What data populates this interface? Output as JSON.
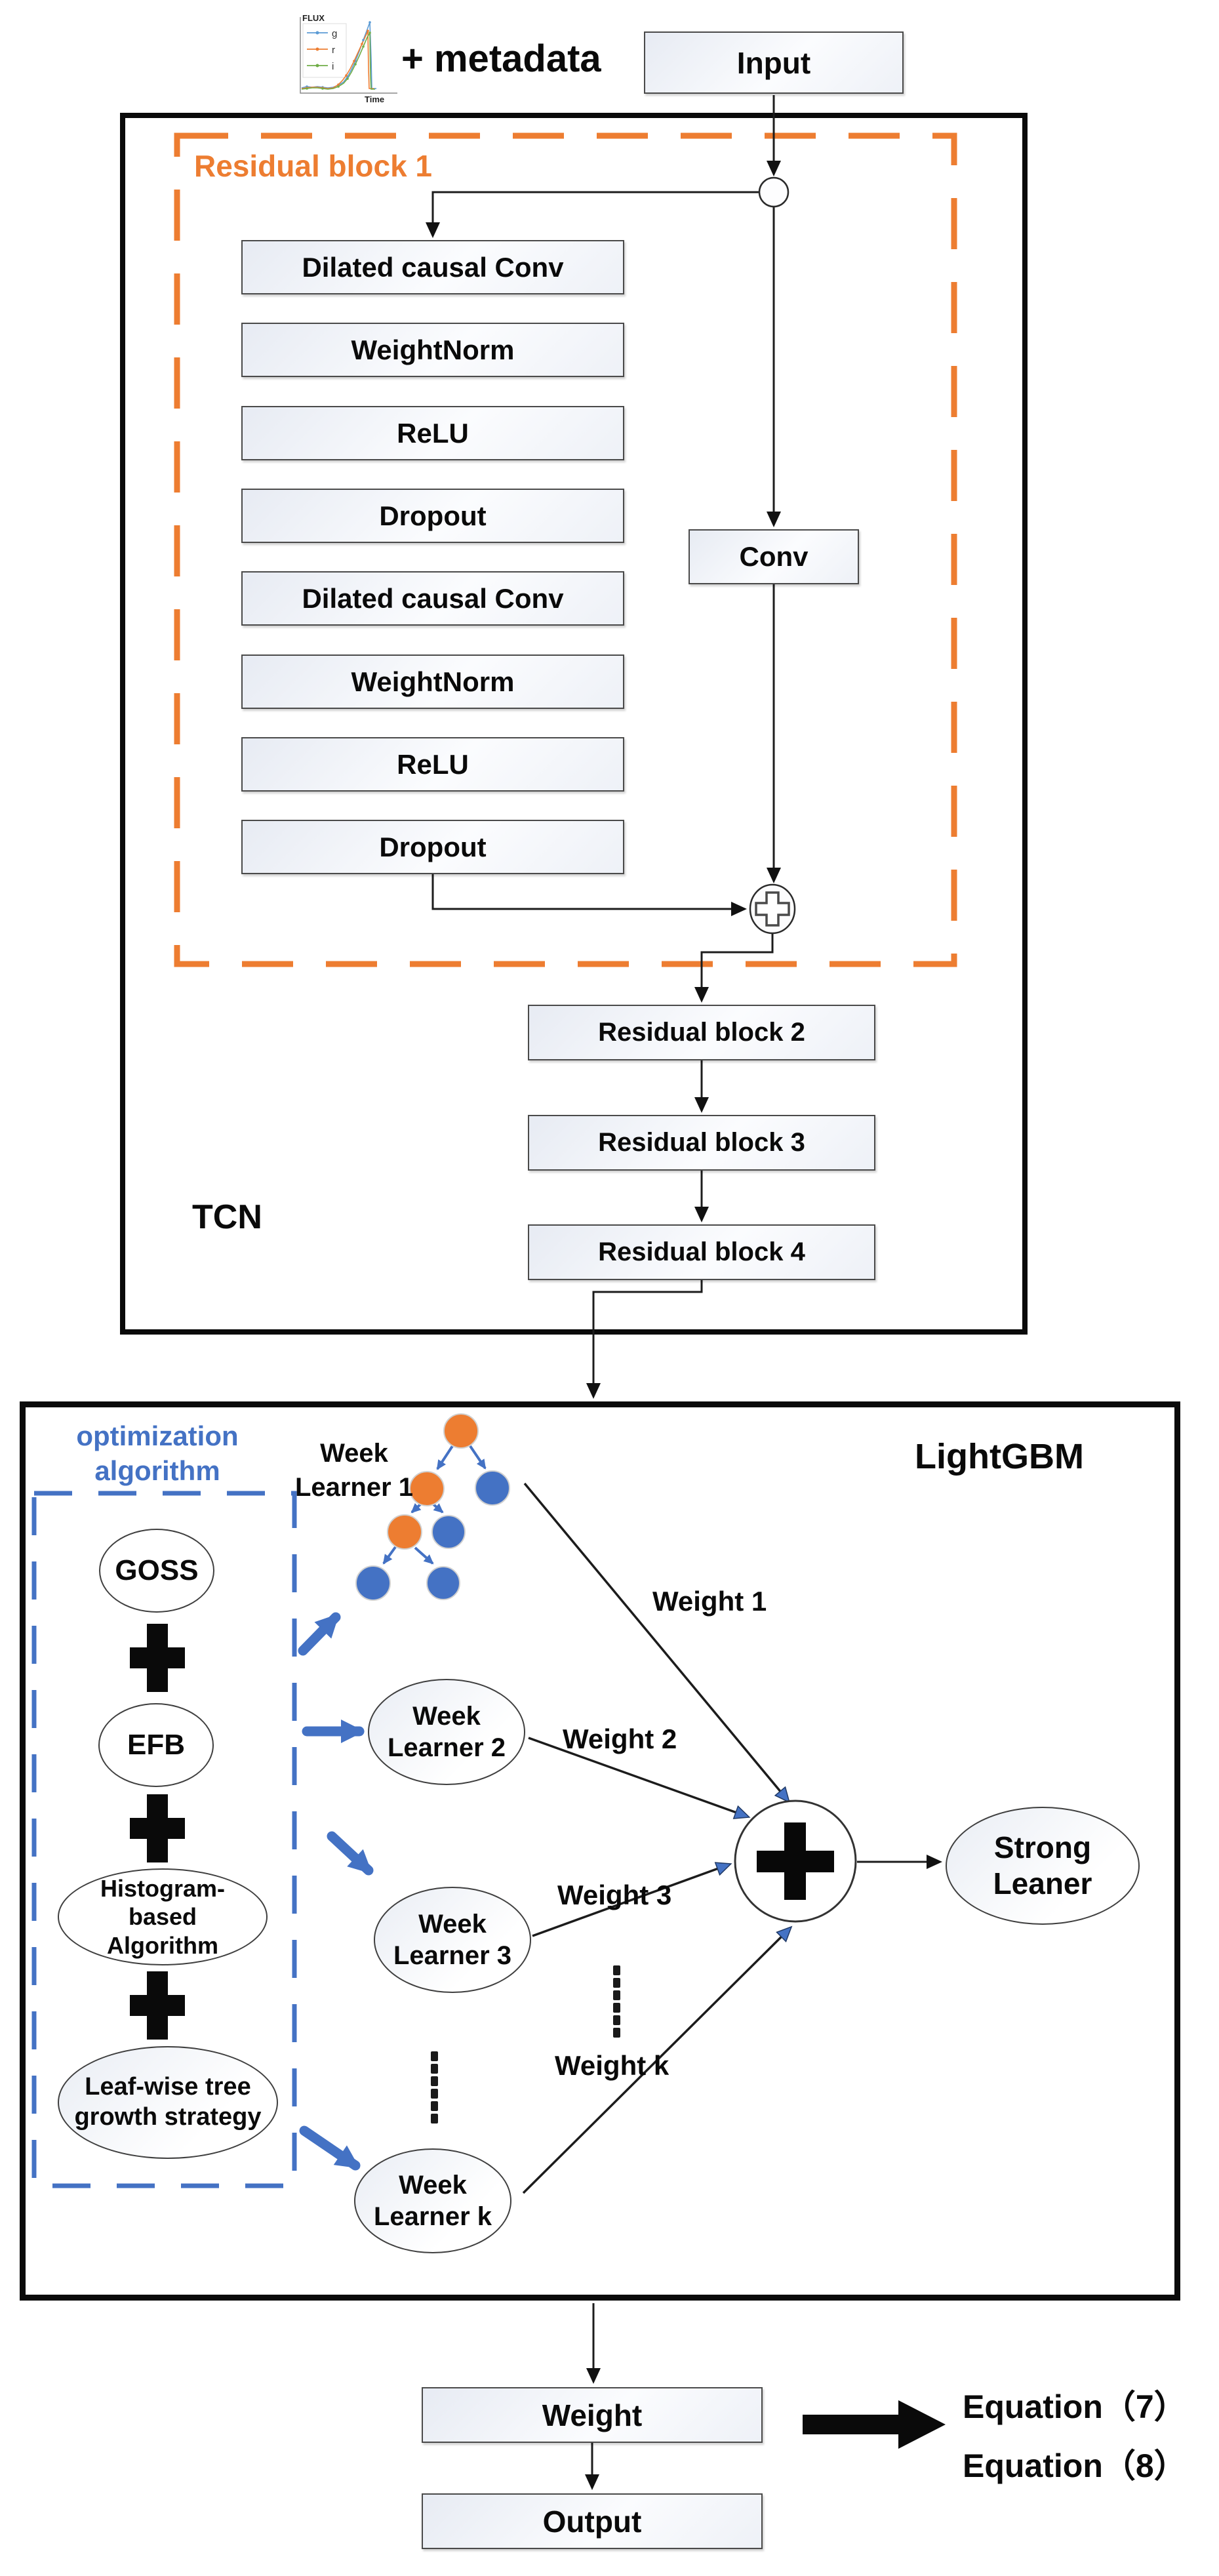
{
  "colors": {
    "accent_orange": "#ED7D31",
    "accent_blue": "#4472C4",
    "node_orange": "#ED7D31",
    "node_blue": "#4472C4",
    "series_g": "#5B9BD5",
    "series_r": "#ED7D31",
    "series_i": "#70AD47"
  },
  "header": {
    "metadata_label": "+ metadata",
    "input_label": "Input",
    "flux_plot": {
      "ylabel": "FLUX",
      "xlabel": "Time",
      "legend": [
        "g",
        "r",
        "i"
      ]
    }
  },
  "tcn": {
    "label": "TCN",
    "residual_block_1": {
      "title": "Residual block 1",
      "layers": [
        "Dilated causal Conv",
        "WeightNorm",
        "ReLU",
        "Dropout",
        "Dilated causal Conv",
        "WeightNorm",
        "ReLU",
        "Dropout"
      ],
      "skip_conv": "Conv"
    },
    "residual_blocks": [
      "Residual block 2",
      "Residual block 3",
      "Residual block 4"
    ]
  },
  "lightgbm": {
    "label": "LightGBM",
    "optimization_title": [
      "optimization",
      "algorithm"
    ],
    "optimization_items": [
      {
        "lines": [
          "GOSS"
        ]
      },
      {
        "lines": [
          "EFB"
        ]
      },
      {
        "lines": [
          "Histogram-",
          "based",
          "Algorithm"
        ]
      },
      {
        "lines": [
          "Leaf-wise tree",
          "growth strategy"
        ]
      }
    ],
    "learners": [
      {
        "lines": [
          "Week",
          "Learner 1"
        ]
      },
      {
        "lines": [
          "Week",
          "Learner 2"
        ]
      },
      {
        "lines": [
          "Week",
          "Learner 3"
        ]
      },
      {
        "lines": [
          "Week",
          "Learner k"
        ]
      }
    ],
    "weights": [
      "Weight 1",
      "Weight 2",
      "Weight 3",
      "Weight k"
    ],
    "strong_learner": {
      "lines": [
        "Strong",
        "Leaner"
      ]
    }
  },
  "footer": {
    "weight_box": "Weight",
    "output_box": "Output",
    "equations": [
      "Equation（7）",
      "Equation（8）"
    ]
  }
}
